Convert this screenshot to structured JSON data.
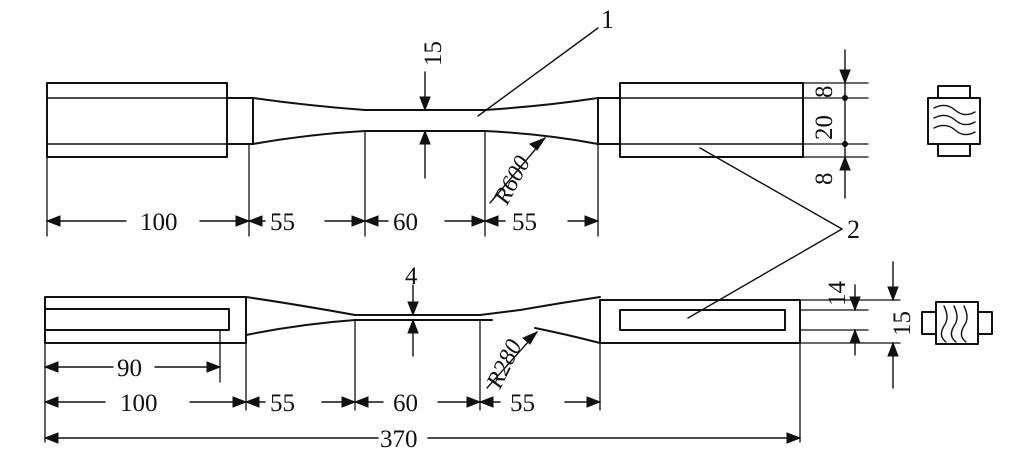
{
  "callouts": {
    "part1": "1",
    "part2": "2"
  },
  "specimen_a": {
    "grip_length": "100",
    "transition_left": "55",
    "gauge_length": "60",
    "transition_right": "55",
    "neck_width": "15",
    "radius": "R600",
    "grip_top": "8",
    "grip_middle": "20",
    "grip_bottom": "8"
  },
  "specimen_b": {
    "slot_length": "90",
    "grip_length": "100",
    "transition_left": "55",
    "gauge_length": "60",
    "transition_right": "55",
    "neck_thickness": "4",
    "radius": "R280",
    "total_length": "370",
    "inner_thickness": "14",
    "outer_thickness": "15"
  }
}
